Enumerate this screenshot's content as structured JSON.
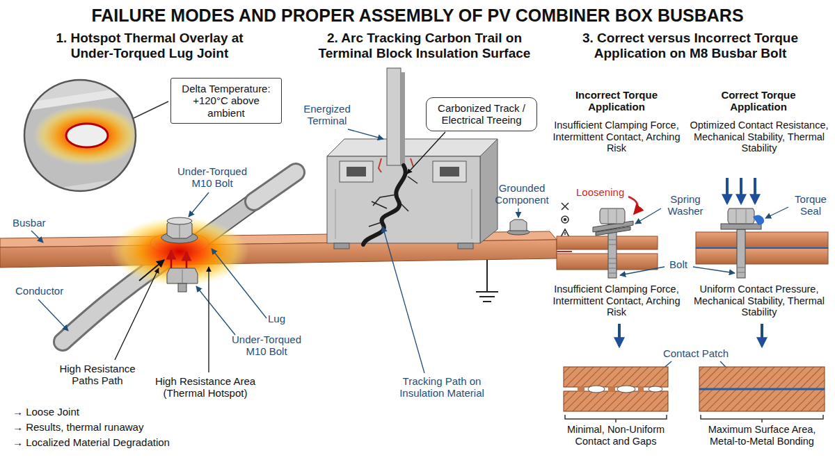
{
  "diagram": {
    "title": "FAILURE MODES AND PROPER ASSEMBLY OF PV COMBINER BOX BUSBARS",
    "nodes": [
      {
        "text": [
          "Delta Temperature: +120°C above ambient"
        ]
      },
      {
        "text": [
          "Carbonized Track / Electrical Treeing"
        ]
      }
    ],
    "labels": [
      "1. Hotspot Thermal Overlay at Under-Torqued Lug Joint",
      "Under-Torqued M10 Bolt",
      "Busbar",
      "Conductor",
      "Lug",
      "Under-Torqued M10 Bolt",
      "High Resistance Paths Path",
      "High Resistance Area (Thermal Hotspot)",
      "→ Loose Joint",
      "→ Results, thermal runaway",
      "→ Localized Material Degradation",
      "2. Arc Tracking Carbon Trail on Terminal Block Insulation Surface",
      "Energized Terminal",
      "Grounded Component",
      "Tracking Path on Insulation Material",
      "3. Correct versus Incorrect Torque Application on M8 Busbar Bolt",
      "Incorrect Torque Application",
      "Insufficient Clamping Force, Intermittent Contact, Arching Risk",
      "Correct Torque Application",
      "Optimized Contact Resistance, Mechanical Stability, Thermal Stability",
      "Loosening",
      "Spring Washer",
      "Torque Seal",
      "Bolt",
      "Insufficient Clamping Force, Intermittent Contact, Arching Risk",
      "Uniform Contact Pressure, Mechanical Stability, Thermal Stability",
      "Contact Patch",
      "Minimal, Non-Uniform Contact and Gaps",
      "Maximum Surface Area, Metal-to-Metal Bonding"
    ]
  }
}
